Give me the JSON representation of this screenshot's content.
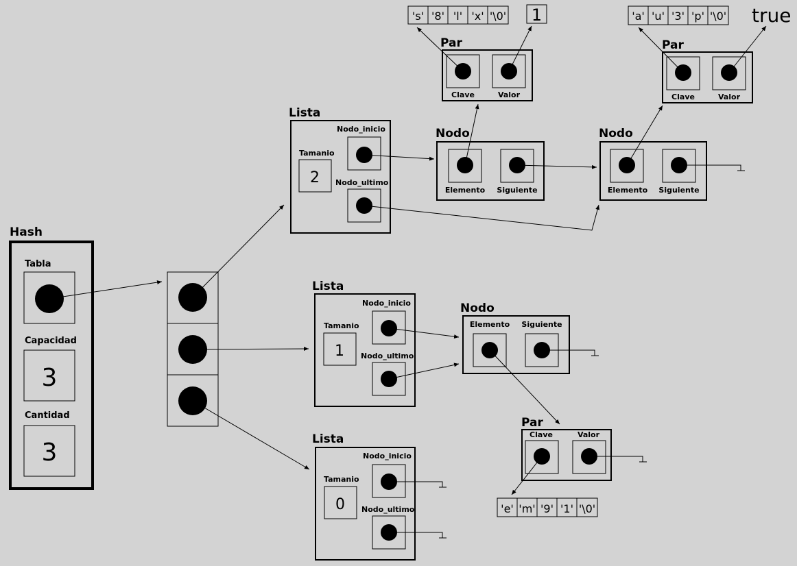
{
  "hash": {
    "title": "Hash",
    "tabla": "Tabla",
    "capacidad_label": "Capacidad",
    "capacidad": "3",
    "cantidad_label": "Cantidad",
    "cantidad": "3"
  },
  "lista1": {
    "title": "Lista",
    "nodo_inicio": "Nodo_inicio",
    "tamanio_label": "Tamanio",
    "tamanio": "2",
    "nodo_ultimo": "Nodo_ultimo"
  },
  "lista2": {
    "title": "Lista",
    "nodo_inicio": "Nodo_inicio",
    "tamanio_label": "Tamanio",
    "tamanio": "1",
    "nodo_ultimo": "Nodo_ultimo"
  },
  "lista3": {
    "title": "Lista",
    "nodo_inicio": "Nodo_inicio",
    "tamanio_label": "Tamanio",
    "tamanio": "0",
    "nodo_ultimo": "Nodo_ultimo"
  },
  "nodo1": {
    "title": "Nodo",
    "elemento": "Elemento",
    "siguiente": "Siguiente"
  },
  "nodo2": {
    "title": "Nodo",
    "elemento": "Elemento",
    "siguiente": "Siguiente"
  },
  "nodo3": {
    "title": "Nodo",
    "elemento": "Elemento",
    "siguiente": "Siguiente"
  },
  "par1": {
    "title": "Par",
    "clave": "Clave",
    "valor": "Valor"
  },
  "par2": {
    "title": "Par",
    "clave": "Clave",
    "valor": "Valor"
  },
  "par3": {
    "title": "Par",
    "clave": "Clave",
    "valor": "Valor"
  },
  "string1": [
    "'s'",
    "'8'",
    "'l'",
    "'x'",
    "'\\0'"
  ],
  "string2": [
    "'a'",
    "'u'",
    "'3'",
    "'p'",
    "'\\0'"
  ],
  "string3": [
    "'e'",
    "'m'",
    "'9'",
    "'1'",
    "'\\0'"
  ],
  "value1": "1",
  "value2": "true"
}
